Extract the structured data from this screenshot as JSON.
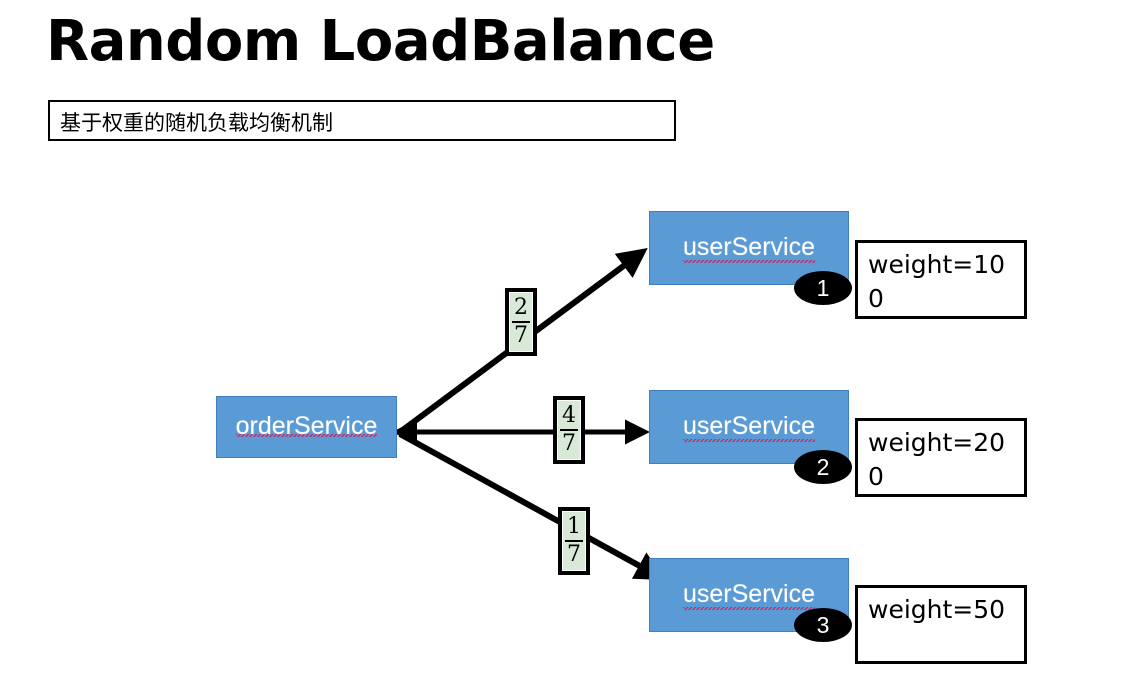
{
  "header": {
    "title": "Random LoadBalance",
    "subtitle": "基于权重的随机负载均衡机制"
  },
  "colors": {
    "node_fill": "#5b9bd5",
    "node_border": "#3f7fbf",
    "node_text": "#ffffff",
    "spellcheck_underline": "#c0306a",
    "edge_label_fill": "#d9e9d8",
    "edge_label_border": "#000000",
    "badge_fill": "#000000",
    "badge_text": "#ffffff",
    "weight_box_fill": "#ffffff",
    "weight_box_border": "#000000",
    "arrow": "#000000",
    "background": "#ffffff"
  },
  "diagram": {
    "type": "load-balance-flow",
    "source": {
      "id": "orderService",
      "label": "orderService"
    },
    "targets": [
      {
        "id": "userService1",
        "label": "userService",
        "badge": "1",
        "weight_label": "weight=100",
        "edge_label": {
          "numerator": "2",
          "denominator": "7",
          "text": "2/7"
        }
      },
      {
        "id": "userService2",
        "label": "userService",
        "badge": "2",
        "weight_label": "weight=200",
        "edge_label": {
          "numerator": "4",
          "denominator": "7",
          "text": "4/7"
        }
      },
      {
        "id": "userService3",
        "label": "userService",
        "badge": "3",
        "weight_label": "weight=50",
        "edge_label": {
          "numerator": "1",
          "denominator": "7",
          "text": "1/7"
        }
      }
    ]
  }
}
